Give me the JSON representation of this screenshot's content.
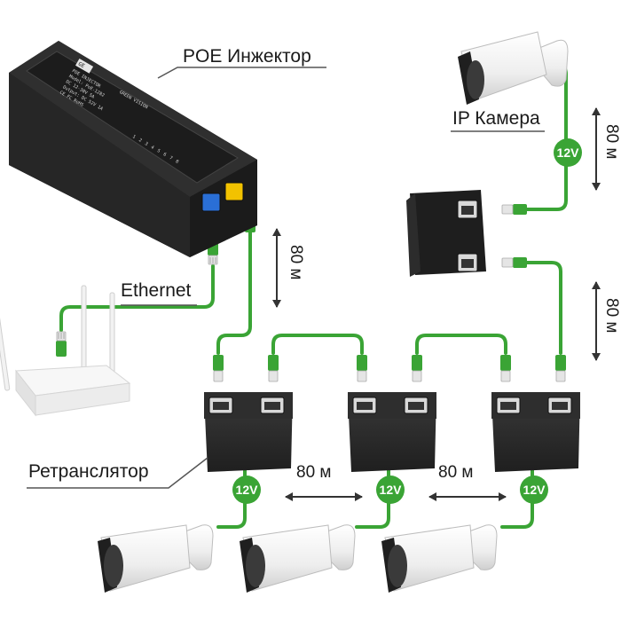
{
  "labels": {
    "poe_injector": "POE Инжектор",
    "ip_camera": "IP Камера",
    "ethernet": "Ethernet",
    "repeater": "Ретранслятор"
  },
  "distances": {
    "injector_to_repeater": "80 м",
    "camera_to_splitter": "80 м",
    "splitter_to_repeater": "80 м",
    "repeater1_to_repeater2": "80 м",
    "repeater2_to_repeater3": "80 м"
  },
  "badges": {
    "top_camera": "12V",
    "repeater1": "12V",
    "repeater2": "12V",
    "repeater3": "12V"
  },
  "device_text": {
    "injector_badge": "GE",
    "injector_caption": "POE INJECTOR",
    "injector_lines": [
      "Model: PoE-1282",
      "DC 12-30V 5A",
      "Output: DC 52V 1A",
      "CE FC RoHS"
    ],
    "injector_brand": "GREEN VISION",
    "injector_port_numbers": [
      "1",
      "2",
      "3",
      "4",
      "5",
      "6",
      "7",
      "8"
    ]
  },
  "colors": {
    "cable_green": "#3aa435",
    "device_body": "#2b2b2b",
    "arrow": "#333333"
  }
}
